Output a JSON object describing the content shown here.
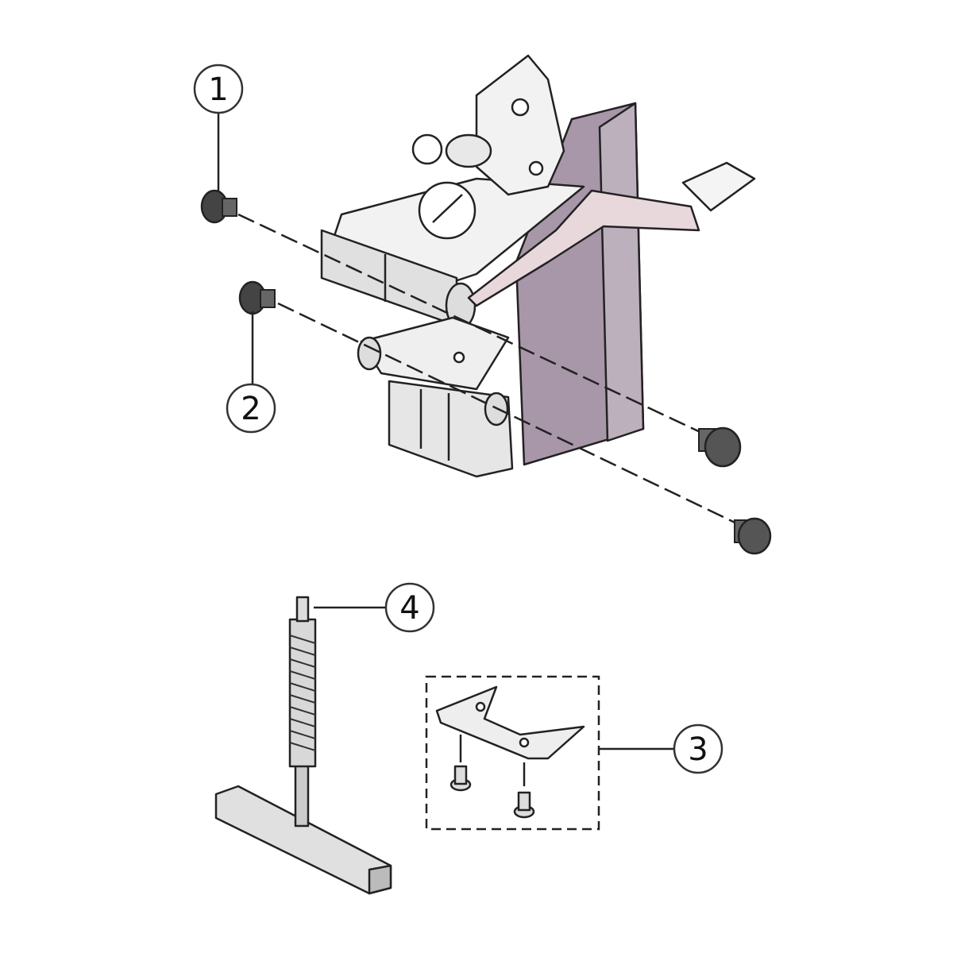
{
  "callouts": [
    {
      "id": "1",
      "label": "1"
    },
    {
      "id": "2",
      "label": "2"
    },
    {
      "id": "3",
      "label": "3"
    },
    {
      "id": "4",
      "label": "4"
    }
  ],
  "colors": {
    "housing": "#a897a8",
    "handle": "#e8d8dc",
    "metal": "#e6e6e6",
    "grommet": "#444444"
  }
}
